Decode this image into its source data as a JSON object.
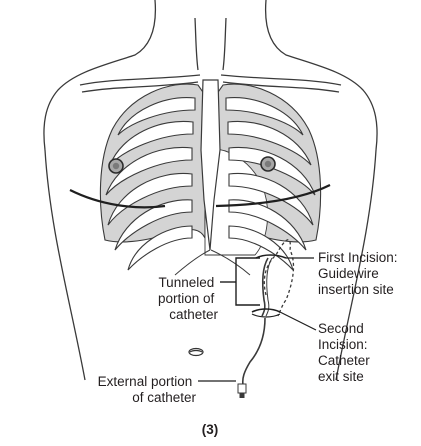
{
  "figure": {
    "labels": {
      "first_incision": [
        "First Incision:",
        "Guidewire",
        "insertion site"
      ],
      "tunneled": [
        "Tunneled",
        "portion of",
        "catheter"
      ],
      "second_incision": [
        "Second",
        "Incision:",
        "Catheter",
        "exit site"
      ],
      "external": [
        "External portion",
        "of catheter"
      ],
      "panel_number": "(3)"
    },
    "colors": {
      "outline": "#3a3a3a",
      "lung_fill": "#d4d4d4",
      "background": "#ffffff",
      "text": "#231f20"
    }
  }
}
